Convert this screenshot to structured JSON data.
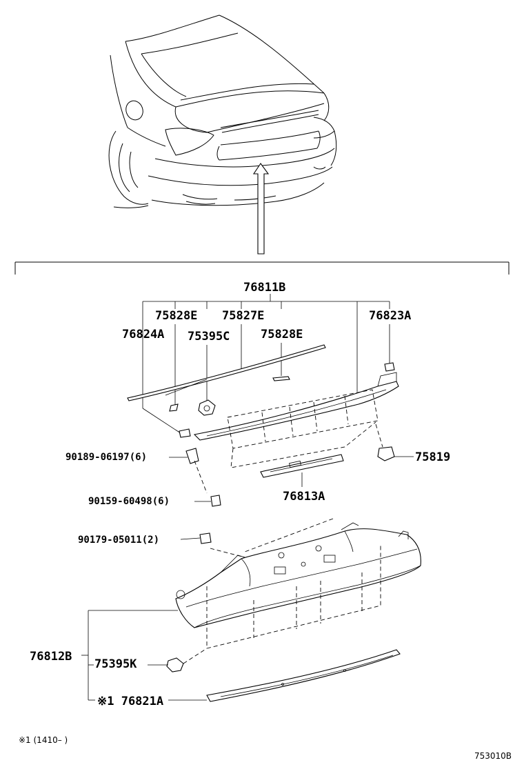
{
  "labels": {
    "l76811B": "76811B",
    "l75828E_1": "75828E",
    "l75827E": "75827E",
    "l76823A": "76823A",
    "l76824A": "76824A",
    "l75395C": "75395C",
    "l75828E_2": "75828E",
    "l90189": "90189-06197(6)",
    "l75819": "75819",
    "l76813A": "76813A",
    "l90159": "90159-60498(6)",
    "l90179": "90179-05011(2)",
    "l76812B": "76812B",
    "l75395K": "75395K",
    "l76821A": "※1 76821A"
  },
  "footnote": "※1 (1410–        )",
  "diagram_code": "753010B"
}
